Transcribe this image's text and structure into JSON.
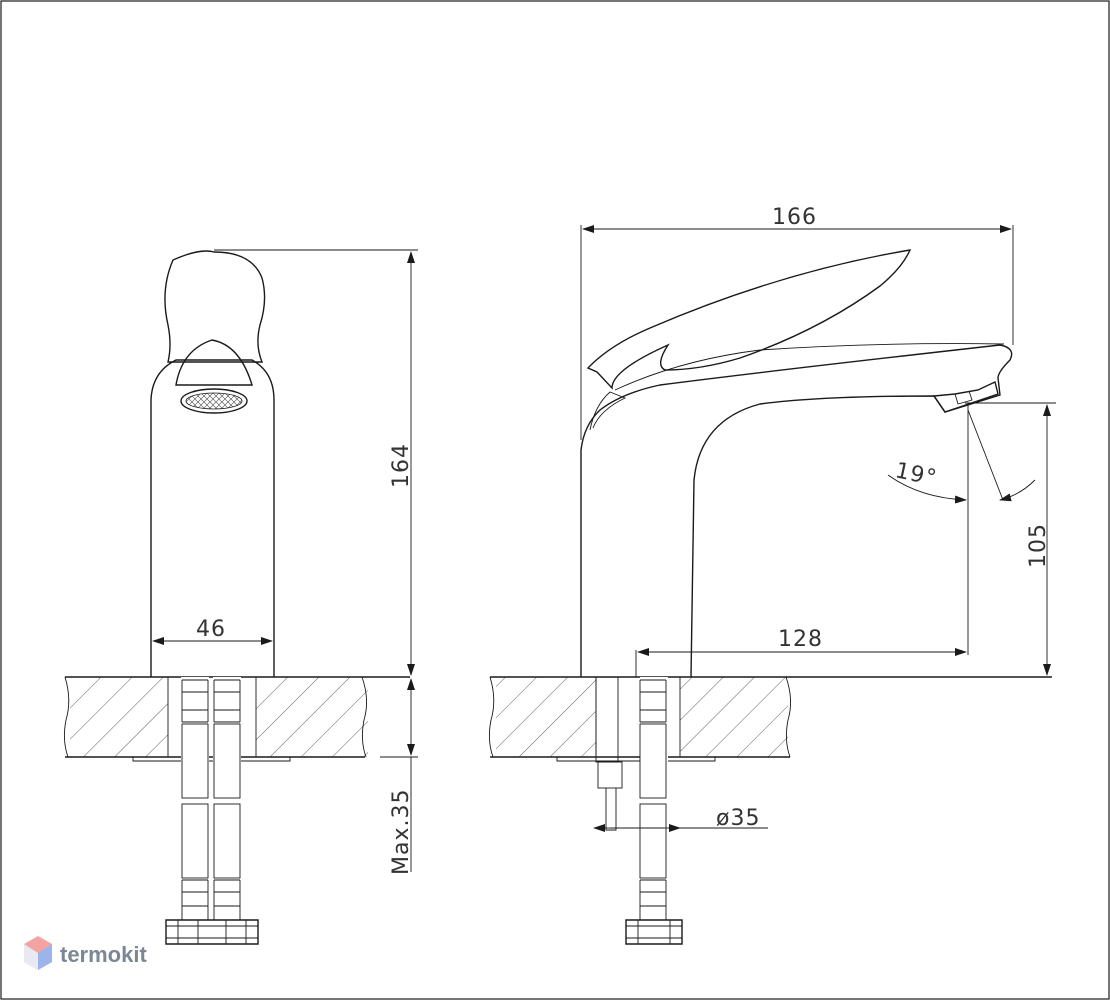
{
  "dimensions": {
    "front_height": "164",
    "front_width": "46",
    "max_deck": "Max.35",
    "side_length": "166",
    "spout_height": "105",
    "spout_reach": "128",
    "angle": "19°",
    "hole_diameter": "ø35"
  },
  "brand": {
    "name": "termokit",
    "logo_colors": [
      "#f08a8a",
      "#8aa8e8"
    ]
  }
}
